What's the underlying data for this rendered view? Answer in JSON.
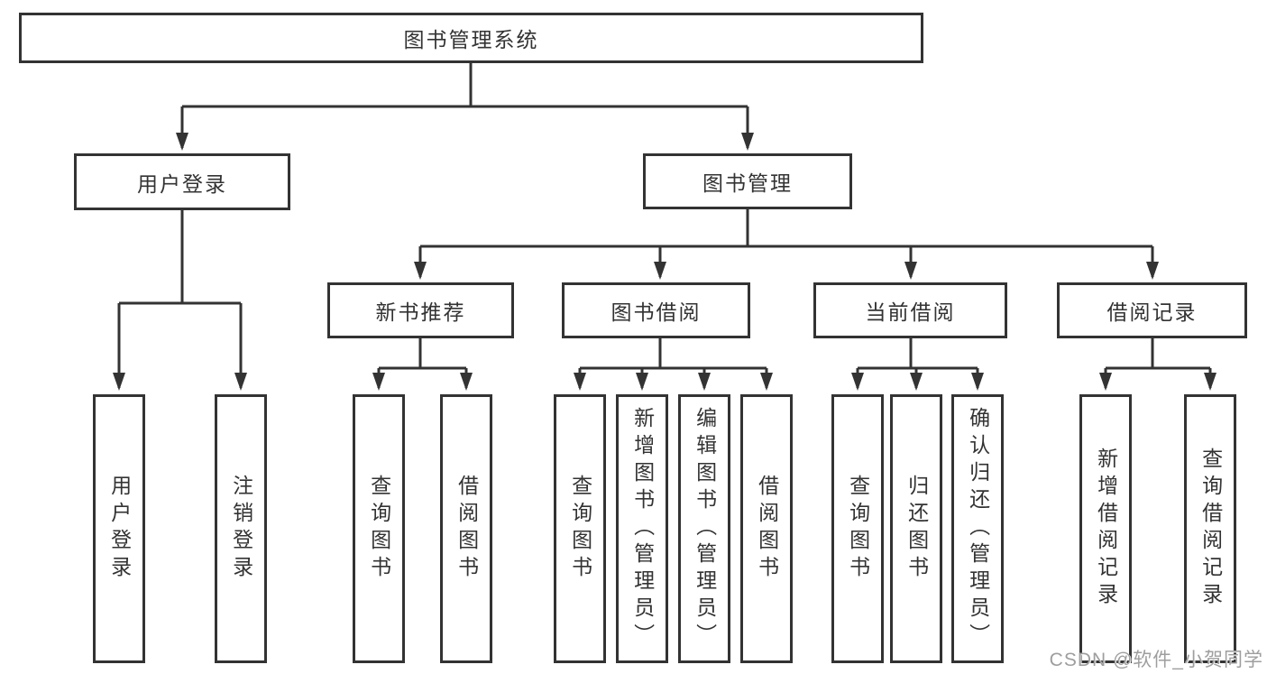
{
  "nodes": {
    "root": "图书管理系统",
    "user_login": "用户登录",
    "book_management": "图书管理",
    "new_book_recommend": "新书推荐",
    "book_borrow": "图书借阅",
    "current_borrow": "当前借阅",
    "borrow_record": "借阅记录",
    "leaf_user_login": "用户登录",
    "leaf_logout": "注销登录",
    "leaf_nb_query_book": "查询图书",
    "leaf_nb_borrow_book": "借阅图书",
    "leaf_bb_query_book": "查询图书",
    "leaf_bb_add_book": "新增图书（管理员）",
    "leaf_bb_edit_book": "编辑图书（管理员）",
    "leaf_bb_borrow_book": "借阅图书",
    "leaf_cb_query_book": "查询图书",
    "leaf_cb_return_book": "归还图书",
    "leaf_cb_confirm_return": "确认归还（管理员）",
    "leaf_br_add_record": "新增借阅记录",
    "leaf_br_query_record": "查询借阅记录"
  },
  "watermark": "CSDN @软件_小贺同学",
  "colors": {
    "line": "#333333",
    "text": "#333333",
    "watermark": "#9e9e9e",
    "background": "#ffffff"
  }
}
